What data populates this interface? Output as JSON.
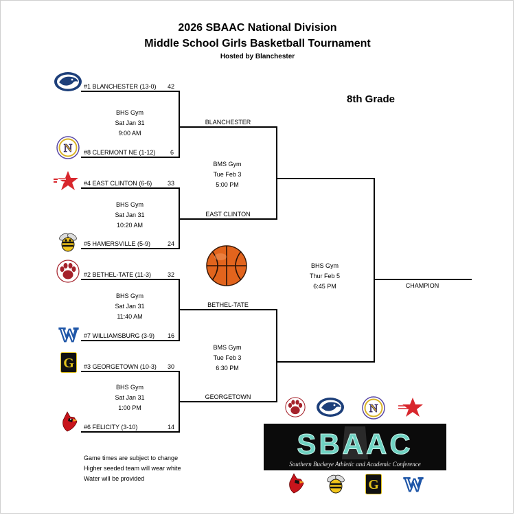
{
  "header": {
    "title_line1": "2026 SBAAC National Division",
    "title_line2": "Middle School Girls Basketball Tournament",
    "hosted_by": "Hosted by Blanchester",
    "grade": "8th Grade"
  },
  "round1": [
    {
      "team": "#1 BLANCHESTER (13-0)",
      "score": "42"
    },
    {
      "team": "#8 CLERMONT NE (1-12)",
      "score": "6"
    },
    {
      "team": "#4 EAST CLINTON (6-6)",
      "score": "33"
    },
    {
      "team": "#5 HAMERSVILLE (5-9)",
      "score": "24"
    },
    {
      "team": "#2 BETHEL-TATE (11-3)",
      "score": "32"
    },
    {
      "team": "#7 WILLIAMSBURG  (3-9)",
      "score": "16"
    },
    {
      "team": "#3 GEORGETOWN (10-3)",
      "score": "30"
    },
    {
      "team": "#6 FELICITY (3-10)",
      "score": "14"
    }
  ],
  "round1_games": [
    {
      "venue": "BHS Gym",
      "date": "Sat Jan 31",
      "time": "9:00 AM"
    },
    {
      "venue": "BHS Gym",
      "date": "Sat Jan 31",
      "time": "10:20 AM"
    },
    {
      "venue": "BHS Gym",
      "date": "Sat Jan 31",
      "time": "11:40 AM"
    },
    {
      "venue": "BHS Gym",
      "date": "Sat Jan 31",
      "time": "1:00 PM"
    }
  ],
  "round2_teams": [
    "BLANCHESTER",
    "EAST CLINTON",
    "BETHEL-TATE",
    "GEORGETOWN"
  ],
  "round2_games": [
    {
      "venue": "BMS Gym",
      "date": "Tue Feb 3",
      "time": "5:00 PM"
    },
    {
      "venue": "BMS Gym",
      "date": "Tue Feb 3",
      "time": "6:30 PM"
    }
  ],
  "final_game": {
    "venue": "BHS Gym",
    "date": "Thur Feb 5",
    "time": "6:45 PM"
  },
  "champion_label": "CHAMPION",
  "notes": [
    "Game times are subject to change",
    "Higher seeded team will wear white",
    "Water will be provided"
  ],
  "conference_logo": {
    "abbr": "SBAAC",
    "full_name": "Southern Buckeye Athletic and Academic Conference"
  },
  "logo_letters": {
    "clermont": "N",
    "georgetown": "G",
    "williamsburg": "W"
  },
  "colors": {
    "blanchester_blue": "#1d3f7a",
    "east_clinton_red": "#d8262c",
    "bethel_red": "#a5222b",
    "georgetown_gold": "#e1c21c",
    "hamersville_yellow": "#f2c51b",
    "felicity_red": "#c8141c",
    "sbaac_teal": "#6fd2c2",
    "basketball_orange": "#e2641d"
  }
}
